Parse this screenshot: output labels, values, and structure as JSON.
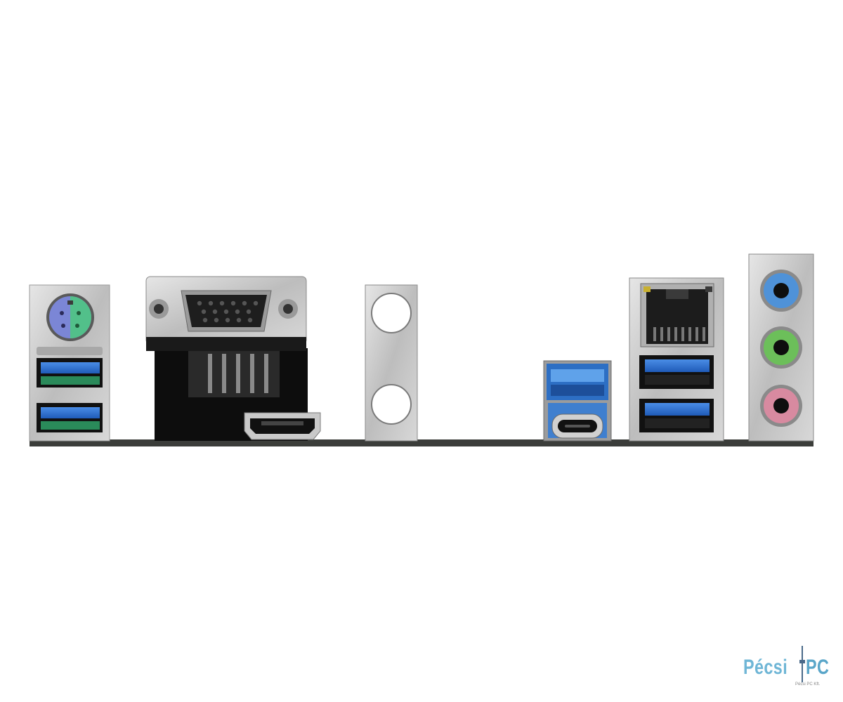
{
  "watermark": {
    "brand_left": "Pécsi",
    "brand_right": "PC",
    "company": "Pécsi PC Kft."
  },
  "ports": [
    {
      "name": "ps2-combo-port",
      "color": "#7b86d6"
    },
    {
      "name": "usb-a-port-1",
      "color": "#2f6fd6"
    },
    {
      "name": "usb-a-port-2",
      "color": "#2f6fd6"
    },
    {
      "name": "vga-port",
      "color": "#2a2a2a"
    },
    {
      "name": "hdmi-port",
      "color": "#1a1a1a"
    },
    {
      "name": "wifi-antenna-bracket",
      "color": "#c8c8c8"
    },
    {
      "name": "usb-a-port-3",
      "color": "#3a86d6"
    },
    {
      "name": "usb-c-port",
      "color": "#1a1a1a"
    },
    {
      "name": "ethernet-port",
      "color": "#222222"
    },
    {
      "name": "usb-a-port-4",
      "color": "#2f6fd6"
    },
    {
      "name": "usb-a-port-5",
      "color": "#2f6fd6"
    },
    {
      "name": "audio-line-in-jack",
      "color": "#4f92d8"
    },
    {
      "name": "audio-line-out-jack",
      "color": "#6cbf5a"
    },
    {
      "name": "audio-mic-jack",
      "color": "#d88aa0"
    }
  ]
}
